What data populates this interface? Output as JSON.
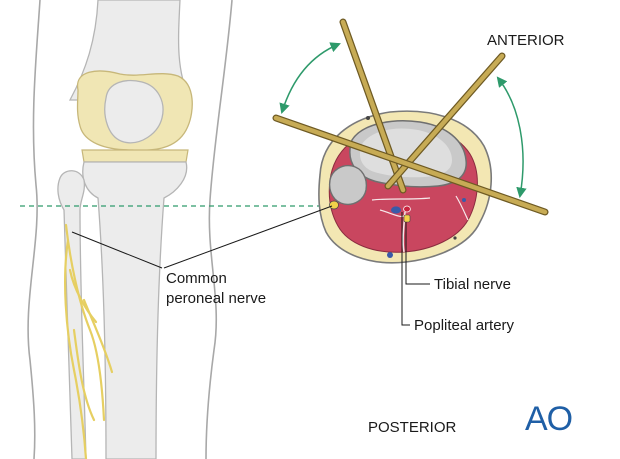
{
  "labels": {
    "anterior": "ANTERIOR",
    "posterior": "POSTERIOR",
    "common_peroneal_line1": "Common",
    "common_peroneal_line2": "peroneal nerve",
    "tibial_nerve": "Tibial nerve",
    "popliteal_artery": "Popliteal artery"
  },
  "logo": {
    "text": "AO"
  },
  "colors": {
    "bone": "#ececec",
    "bone_outline": "#b5b5b5",
    "cartilage": "#f0e6b4",
    "muscle": "#c9465f",
    "fat": "#f3e7b3",
    "nerve": "#e6cf62",
    "pin": "#b79c4a",
    "arrow": "#2e9a6b",
    "dashed_line": "#2e9a6b",
    "logo": "#1f5fa6",
    "text": "#1a1a1a"
  }
}
